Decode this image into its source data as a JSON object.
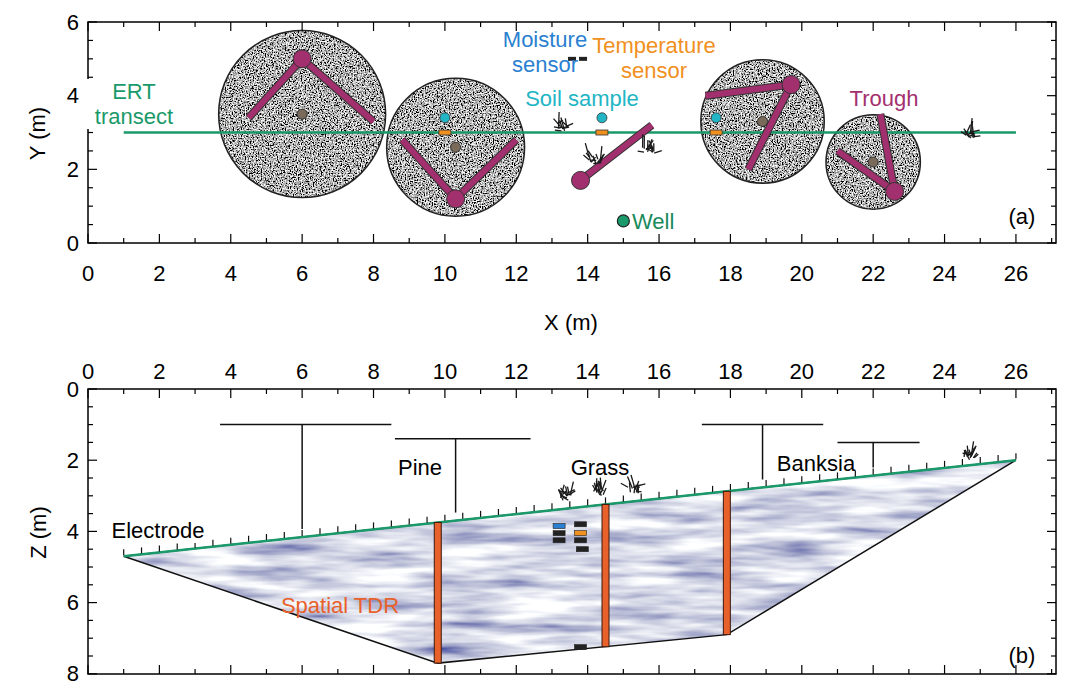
{
  "diagram": {
    "labels": [
      "0",
      "2",
      "4",
      "6",
      "8",
      "10",
      "12",
      "14",
      "16",
      "18",
      "20",
      "22",
      "24",
      "26",
      "0",
      "2",
      "4",
      "6",
      "X (m)",
      "Y (m)",
      "ERT transect",
      "Moisture sensor",
      "Temperature sensor",
      "Soil sample",
      "Trough",
      "Well",
      "(a)",
      "0",
      "2",
      "4",
      "6",
      "8",
      "10",
      "12",
      "14",
      "16",
      "18",
      "20",
      "22",
      "24",
      "26",
      "0",
      "2",
      "4",
      "6",
      "8",
      "Z (m)",
      "Pine",
      "Grass",
      "Banksia",
      "Electrode",
      "Spatial TDR",
      "(b)"
    ]
  }
}
